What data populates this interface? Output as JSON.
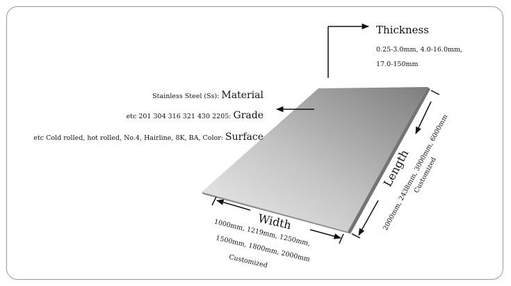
{
  "thickness": {
    "title": "Thickness",
    "range_line1": "0.25-3.0mm, 4.0-16.0mm,",
    "range_line2": "17.0-150mm"
  },
  "specs": [
    {
      "prefix": "Stainless Steel (Ss): ",
      "label": "Material"
    },
    {
      "prefix": "etc 201 304 316 321 430 2205: ",
      "label": "Grade"
    },
    {
      "prefix": "etc Cold rolled, hot rolled, No.4, Hairline, 8K, BA, Color: ",
      "label": "Surface"
    }
  ],
  "length": {
    "title": "Length",
    "values_line1": "2000mm, 2438mm, 3000mm, 6000mm",
    "values_line2": "Customized"
  },
  "width": {
    "title": "Width",
    "values_line1": "1000mm, 1219mm, 1250mm,",
    "values_line2": "1500mm, 1800mm, 2000mm",
    "values_line3": "Customized"
  },
  "colors": {
    "plate_light": "#e6e6e6",
    "plate_mid": "#a8a8a8",
    "plate_dark": "#7c7c7c",
    "arrow": "#111111",
    "frame": "#9a9a9a"
  }
}
